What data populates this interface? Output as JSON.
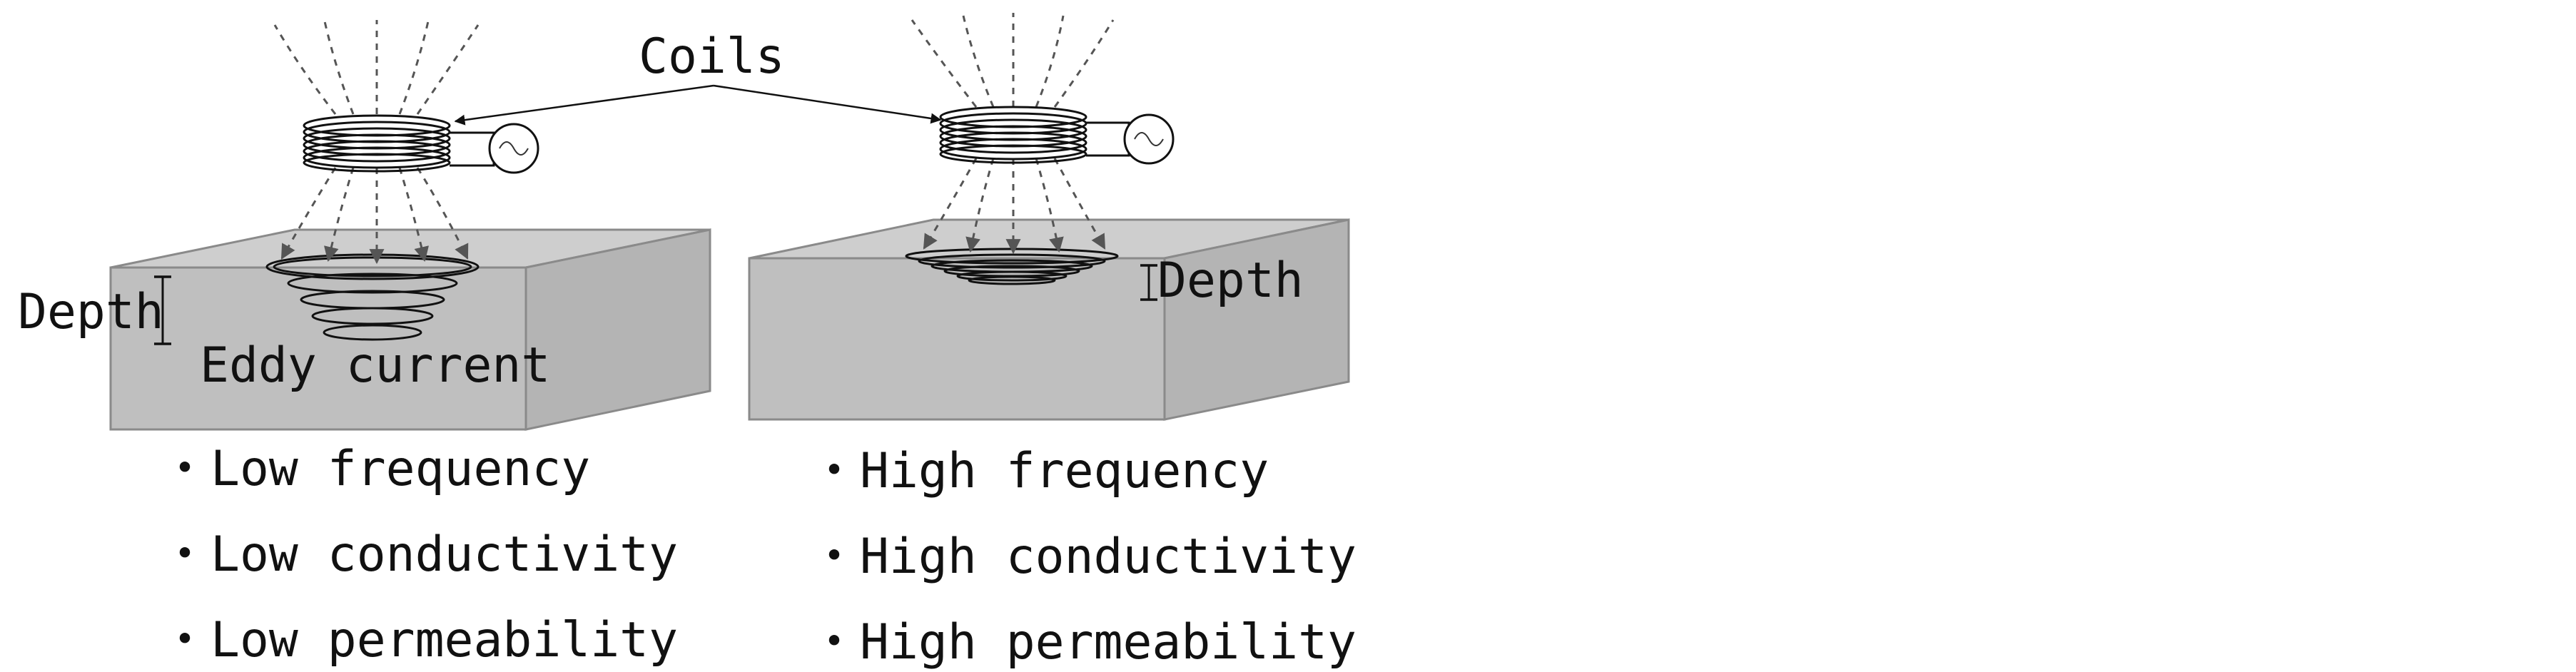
{
  "labels": {
    "coils": "Coils",
    "depth_left": "Depth",
    "depth_right": "Depth",
    "eddy_current": "Eddy current"
  },
  "conditions": {
    "left": [
      "Low frequency",
      "Low conductivity",
      "Low permeability"
    ],
    "right": [
      "High frequency",
      "High conductivity",
      "High permeability"
    ]
  },
  "bullet": "・",
  "colors": {
    "block_top": "#cecece",
    "block_front": "#bfbfbf",
    "block_side": "#b4b4b4",
    "block_edge": "#8a8a8a",
    "line": "#111111",
    "field_line": "#555555"
  }
}
